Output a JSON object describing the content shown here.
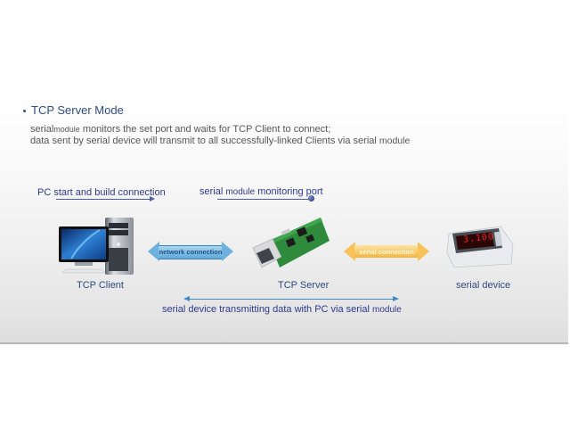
{
  "header": {
    "title": "TCP Server Mode"
  },
  "description": {
    "line1_prefix": "serial",
    "line1_small": "module",
    "line1_rest": " monitors the set port and waits for TCP Client to connect;",
    "line2_text": "data sent by serial device will transmit to all successfully-linked Clients via serial ",
    "line2_small": "module"
  },
  "labels": {
    "pc_start": "PC start and build connection",
    "monitor_prefix": "serial ",
    "monitor_small": "module",
    "monitor_rest": " monitoring port",
    "bottom_prefix": "serial device transmitting data with PC via serial ",
    "bottom_small": "module"
  },
  "devices": {
    "client": "TCP Client",
    "server": "TCP Server",
    "serial_device": "serial device"
  },
  "connections": {
    "network": "network connection",
    "serial": "serial connection"
  },
  "display": {
    "reading": "3.100"
  },
  "colors": {
    "title": "#2c4a86",
    "label": "#2d3a8c",
    "network_arrow": "#6db1de",
    "serial_arrow": "#f7c258"
  }
}
